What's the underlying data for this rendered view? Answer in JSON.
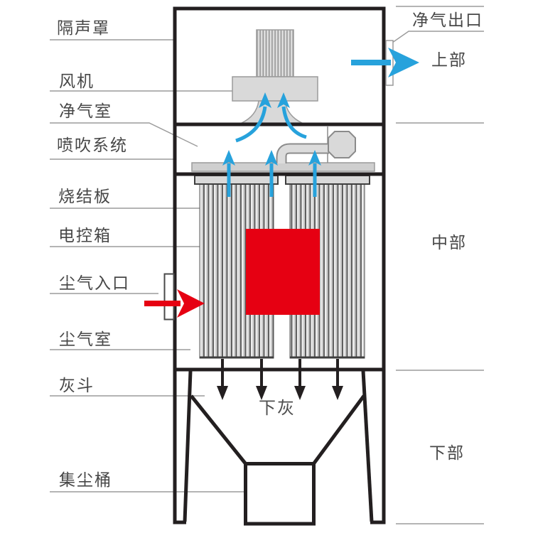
{
  "diagram_title": "sintered-plate dust collector schematic",
  "left_labels": [
    {
      "id": "sound-enclosure",
      "text": "隔声罩"
    },
    {
      "id": "fan",
      "text": "风机"
    },
    {
      "id": "clean-air-chamber",
      "text": "净气室"
    },
    {
      "id": "pulse-jet-system",
      "text": "喷吹系统"
    },
    {
      "id": "sintered-plate",
      "text": "烧结板"
    },
    {
      "id": "electric-control-box",
      "text": "电控箱"
    },
    {
      "id": "dusty-gas-inlet",
      "text": "尘气入口"
    },
    {
      "id": "dusty-gas-chamber",
      "text": "尘气室"
    },
    {
      "id": "ash-hopper",
      "text": "灰斗"
    },
    {
      "id": "dust-collection-barrel",
      "text": "集尘桶"
    }
  ],
  "right_labels": [
    {
      "id": "clean-gas-outlet",
      "text": "净气出口"
    },
    {
      "id": "upper-section",
      "text": "上部"
    },
    {
      "id": "middle-section",
      "text": "中部"
    },
    {
      "id": "lower-section",
      "text": "下部"
    }
  ],
  "inner_labels": [
    {
      "id": "ash-discharge",
      "text": "下灰"
    }
  ],
  "colors": {
    "line_black": "#231f20",
    "leader_gray": "#9b9b9b",
    "component_gray_fill": "#d9d9d9",
    "component_gray_stroke": "#9b9b9b",
    "accent_blue": "#27a2dc",
    "accent_red": "#e60012",
    "label_text": "#474747"
  },
  "icons": [
    {
      "id": "clean-gas-outflow-arrow",
      "meaning": "clean gas exits to the right"
    },
    {
      "id": "dusty-gas-inflow-arrow",
      "meaning": "dusty gas enters from the left"
    },
    {
      "id": "airflow-up-arrows",
      "meaning": "filtered air rises through tube sheet"
    },
    {
      "id": "ash-discharge-arrows",
      "meaning": "ash falls into hopper"
    }
  ]
}
